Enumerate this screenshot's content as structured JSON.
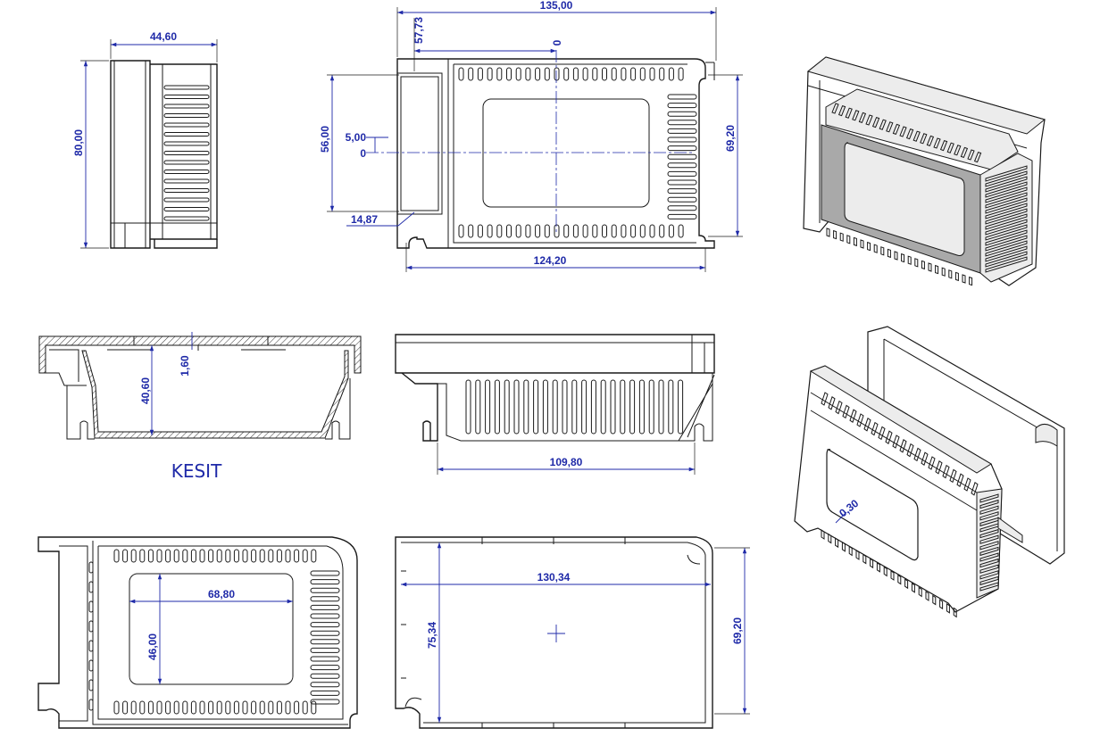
{
  "dimensions": {
    "side_width": "44,60",
    "side_height": "80,00",
    "top_length": "135,00",
    "top_inner_length": "124,20",
    "top_offset_x": "57,73",
    "top_origin": "0",
    "top_height_left": "56,00",
    "top_height_right": "69,20",
    "top_offset_y": "5,00",
    "top_origin_y": "0",
    "top_small": "14,87",
    "section_depth": "40,60",
    "section_wall": "1,60",
    "front_length": "109,80",
    "bottom_window_w": "68,80",
    "bottom_window_h": "46,00",
    "lid_length": "130,34",
    "lid_width": "75,34",
    "lid_height": "69,20",
    "iso_wall": "0,30"
  },
  "labels": {
    "section": "KESIT"
  }
}
